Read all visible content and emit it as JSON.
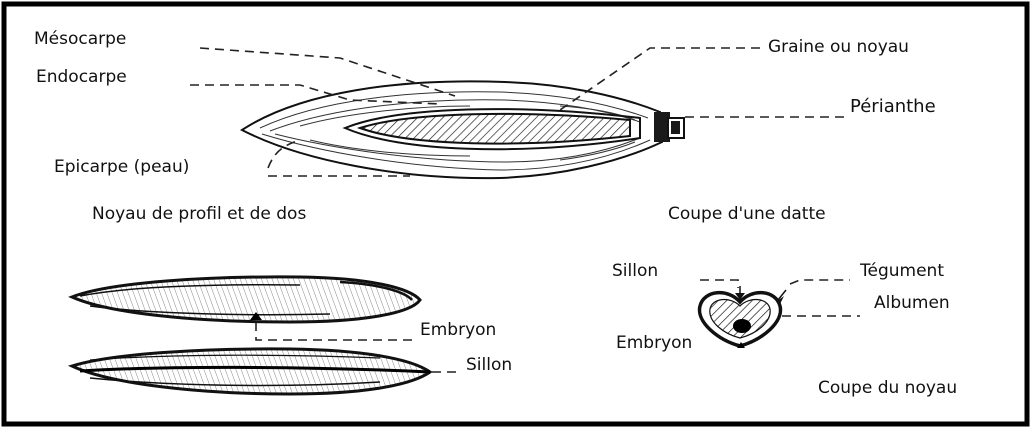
{
  "labels": {
    "mesocarpe": "Mésocarpe",
    "endocarpe": "Endocarpe",
    "epicarpe": "Epicarpe (peau)",
    "graine": "Graine ou noyau",
    "perianthe": "Périanthe",
    "noyau_profil": "Noyau de profil et de dos",
    "coupe_datte": "Coupe d'une datte",
    "embryon_left": "Embryon",
    "sillon_left": "Sillon",
    "sillon_right": "Sillon",
    "tegument": "Tégument",
    "albumen": "Albumen",
    "embryon_right": "Embryon",
    "coupe_noyau": "Coupe du noyau"
  },
  "colors": {
    "ink": "#111111",
    "background": "#ffffff"
  }
}
